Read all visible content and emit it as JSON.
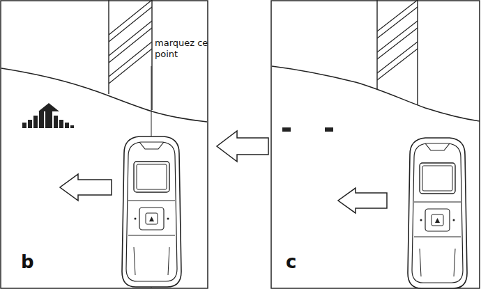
{
  "diagram": {
    "labels": [
      "marquez ce point",
      "b",
      "c"
    ]
  }
}
